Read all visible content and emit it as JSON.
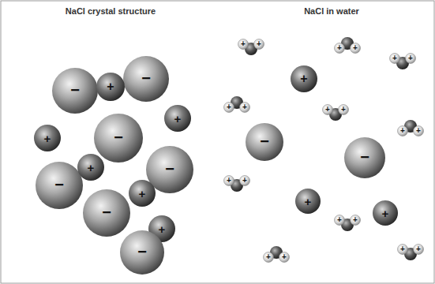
{
  "diagram": {
    "labels": [
      "NaCl crystal structure",
      "NaCl in water",
      "−",
      "−",
      "+",
      "+",
      "+",
      "−",
      "−",
      "−",
      "+",
      "+",
      "−",
      "+",
      "−",
      "+",
      "−",
      "−",
      "+",
      "+",
      "+",
      "+",
      "+",
      "+",
      "+",
      "+",
      "+",
      "+",
      "+",
      "+",
      "+",
      "+",
      "+",
      "+",
      "+",
      "+",
      "+",
      "+",
      "+",
      "+"
    ]
  }
}
